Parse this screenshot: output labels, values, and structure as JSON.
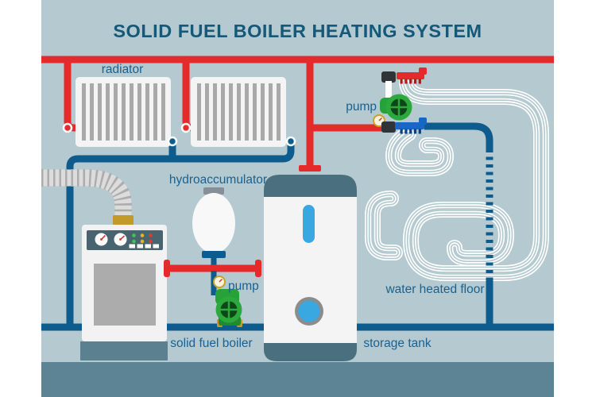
{
  "title": "SOLID FUEL BOILER HEATING SYSTEM",
  "labels": {
    "radiator": "radiator",
    "hydroaccumulator": "hydroaccumulator",
    "pump_floor": "pump",
    "pump_boiler": "pump",
    "solid_fuel_boiler": "solid fuel boiler",
    "storage_tank": "storage tank",
    "water_heated_floor": "water heated floor"
  },
  "colors": {
    "background": "#FFFFFF",
    "panel_bg": "#B4CAD0",
    "floor_band": "#5D8494",
    "hot_water_pipe": "#E42A2A",
    "cold_water_pipe": "#0E5C8E",
    "floor_pipe_white": "#FFFFFF",
    "pump_green": "#2CA93C",
    "accent_blue": "#39A8E0",
    "equipment_dark": "#4A6F7E",
    "manifold_blue": "#1767C5",
    "brass": "#C29A27",
    "title_text": "#14587A",
    "label_text": "#1A6191"
  }
}
